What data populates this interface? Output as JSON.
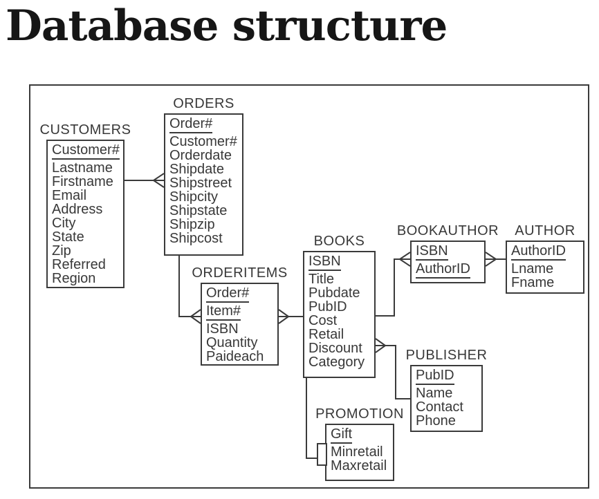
{
  "title": "Database structure",
  "diagram": {
    "colors": {
      "line": "#3a3a3a",
      "text": "#383838",
      "background": "#ffffff",
      "title_text": "#161616"
    },
    "notation": "crows-foot",
    "entities": [
      {
        "name": "CUSTOMERS",
        "fields": [
          {
            "label": "Customer#",
            "pk": true
          },
          {
            "label": "Lastname"
          },
          {
            "label": "Firstname"
          },
          {
            "label": "Email"
          },
          {
            "label": "Address"
          },
          {
            "label": "City"
          },
          {
            "label": "State"
          },
          {
            "label": "Zip"
          },
          {
            "label": "Referred"
          },
          {
            "label": "Region"
          }
        ]
      },
      {
        "name": "ORDERS",
        "fields": [
          {
            "label": "Order#",
            "pk": true
          },
          {
            "label": "Customer#"
          },
          {
            "label": "Orderdate"
          },
          {
            "label": "Shipdate"
          },
          {
            "label": "Shipstreet"
          },
          {
            "label": "Shipcity"
          },
          {
            "label": "Shipstate"
          },
          {
            "label": "Shipzip"
          },
          {
            "label": "Shipcost"
          }
        ]
      },
      {
        "name": "ORDERITEMS",
        "fields": [
          {
            "label": "Order#",
            "pk": true
          },
          {
            "label": "Item#",
            "pk": true
          },
          {
            "label": "ISBN"
          },
          {
            "label": "Quantity"
          },
          {
            "label": "Paideach"
          }
        ]
      },
      {
        "name": "BOOKS",
        "fields": [
          {
            "label": "ISBN",
            "pk": true
          },
          {
            "label": "Title"
          },
          {
            "label": "Pubdate"
          },
          {
            "label": "PubID"
          },
          {
            "label": "Cost"
          },
          {
            "label": "Retail"
          },
          {
            "label": "Discount"
          },
          {
            "label": "Category"
          }
        ]
      },
      {
        "name": "BOOKAUTHOR",
        "fields": [
          {
            "label": "ISBN",
            "pk": true
          },
          {
            "label": "AuthorID",
            "pk": true
          }
        ]
      },
      {
        "name": "AUTHOR",
        "fields": [
          {
            "label": "AuthorID",
            "pk": true
          },
          {
            "label": "Lname"
          },
          {
            "label": "Fname"
          }
        ]
      },
      {
        "name": "PUBLISHER",
        "fields": [
          {
            "label": "PubID",
            "pk": true
          },
          {
            "label": "Name"
          },
          {
            "label": "Contact"
          },
          {
            "label": "Phone"
          }
        ]
      },
      {
        "name": "PROMOTION",
        "fields": [
          {
            "label": "Gift",
            "pk": true
          },
          {
            "label": "Minretail"
          },
          {
            "label": "Maxretail"
          }
        ]
      }
    ],
    "relationships": [
      {
        "one_side": "CUSTOMERS",
        "many_side": "ORDERS",
        "type": "one-to-many"
      },
      {
        "one_side": "ORDERS",
        "many_side": "ORDERITEMS",
        "type": "one-to-many"
      },
      {
        "one_side": "BOOKS",
        "many_side": "ORDERITEMS",
        "type": "one-to-many"
      },
      {
        "one_side": "BOOKS",
        "many_side": "BOOKAUTHOR",
        "type": "one-to-many"
      },
      {
        "one_side": "AUTHOR",
        "many_side": "BOOKAUTHOR",
        "type": "one-to-many"
      },
      {
        "one_side": "PUBLISHER",
        "many_side": "BOOKS",
        "type": "one-to-many"
      },
      {
        "one_side": "BOOKS",
        "many_side": "PROMOTION",
        "type": "unspecified"
      }
    ]
  }
}
